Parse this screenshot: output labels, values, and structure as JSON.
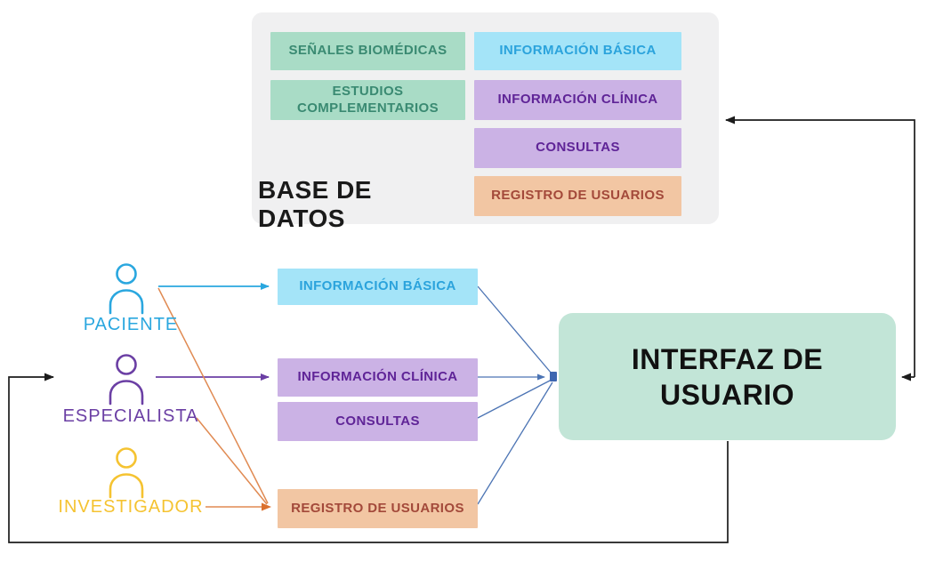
{
  "database": {
    "label": "BASE DE DATOS",
    "left_tables": [
      {
        "label": "SEÑALES BIOMÉDICAS"
      },
      {
        "label": "ESTUDIOS COMPLEMENTARIOS"
      }
    ],
    "right_tables": [
      {
        "label": "INFORMACIÓN BÁSICA"
      },
      {
        "label": "INFORMACIÓN CLÍNICA"
      },
      {
        "label": "CONSULTAS"
      },
      {
        "label": "REGISTRO DE USUARIOS"
      }
    ]
  },
  "actors": [
    {
      "name": "PACIENTE"
    },
    {
      "name": "ESPECIALISTA"
    },
    {
      "name": "INVESTIGADOR"
    }
  ],
  "modules": [
    {
      "label": "INFORMACIÓN BÁSICA"
    },
    {
      "label": "INFORMACIÓN CLÍNICA"
    },
    {
      "label": "CONSULTAS"
    },
    {
      "label": "REGISTRO DE USUARIOS"
    }
  ],
  "interface": {
    "label": "INTERFAZ DE USUARIO"
  },
  "colors": {
    "db_panel_bg": "#F0F0F1",
    "title_text": "#1A1A1A",
    "green_fill": "#A9DCC6",
    "green_text": "#3A8A72",
    "cyan_fill": "#A4E4F8",
    "cyan_text": "#2BA3DC",
    "purple_fill": "#CBB2E5",
    "purple_text": "#5F2497",
    "orange_fill": "#F2C6A3",
    "orange_text": "#A3493A",
    "interface_fill": "#C2E5D7",
    "interface_text": "#111111",
    "actor_paciente": "#2AA7DF",
    "actor_especialista": "#6B3FA4",
    "actor_investigador": "#F5C331",
    "line_blue": "#4C74B4",
    "node_blue": "#3D66B0",
    "line_orange": "#E08A52",
    "arrow_orange": "#DB712E",
    "line_black": "#1C1C1C"
  }
}
